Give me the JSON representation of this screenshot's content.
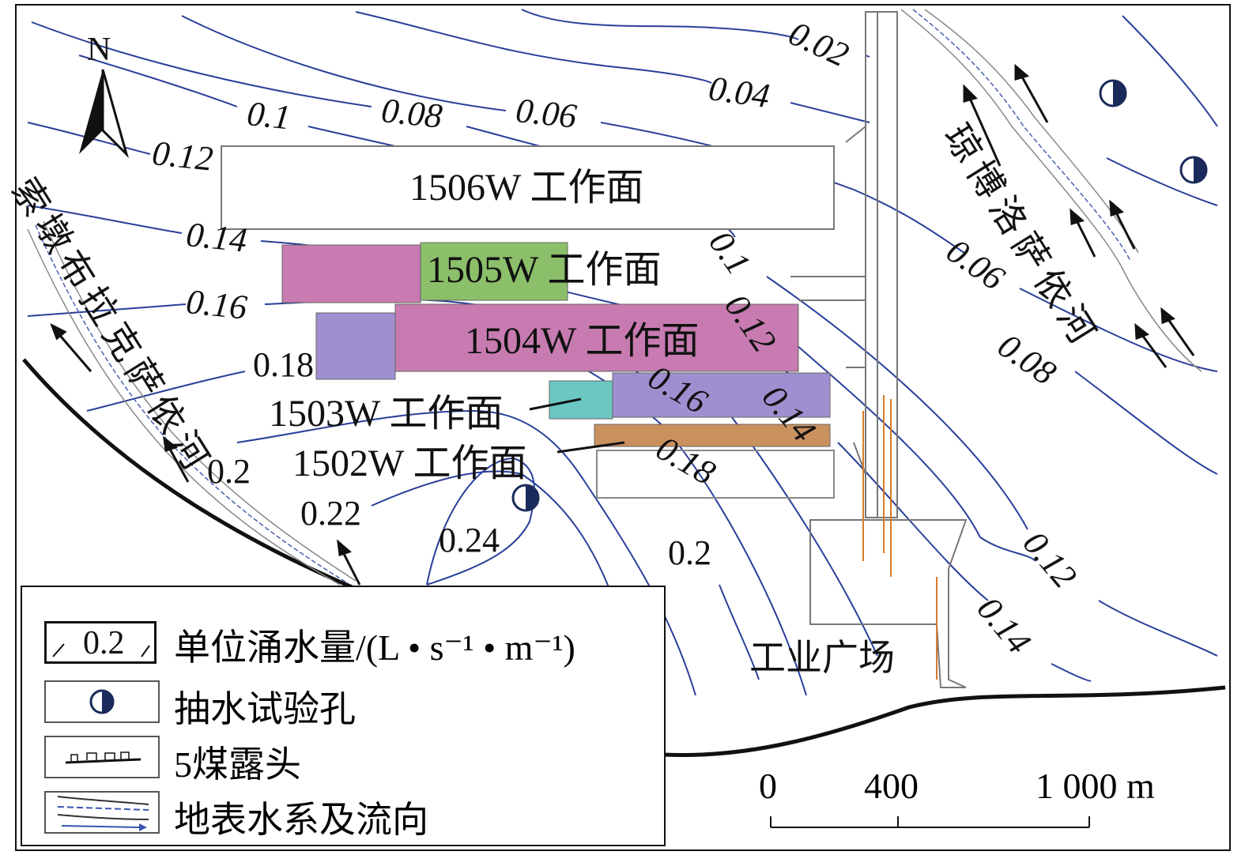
{
  "north_label": "N",
  "contour_labels": [
    "0.02",
    "0.04",
    "0.06",
    "0.08",
    "0.1",
    "0.12",
    "0.14",
    "0.16",
    "0.18",
    "0.2",
    "0.22",
    "0.24",
    "0.2",
    "0.1",
    "0.12",
    "0.16",
    "0.14",
    "0.18",
    "0.06",
    "0.08",
    "0.12",
    "0.14"
  ],
  "workfaces": [
    "1506W 工作面",
    "1505W 工作面",
    "1504W 工作面",
    "1503W 工作面",
    "1502W 工作面"
  ],
  "workface_colors": {
    "pink": "#c77bb0",
    "green": "#8cbf6a",
    "purple": "#a08fd0",
    "teal": "#6cc7c2",
    "orange": "#c9915e"
  },
  "rivers": {
    "west": "索墩布拉克萨依河",
    "east": "琼博洛萨依河"
  },
  "industrial_site": "工业广场",
  "legend": {
    "contour_sample": "0.2",
    "items": [
      "单位涌水量/(L • s⁻¹ • m⁻¹)",
      "抽水试验孔",
      "5煤露头",
      "地表水系及流向"
    ]
  },
  "scale": {
    "ticks": [
      "0",
      "400",
      "1 000 m"
    ]
  },
  "colors": {
    "contour": "#2a3f9a",
    "well": "#1a2a5a"
  }
}
